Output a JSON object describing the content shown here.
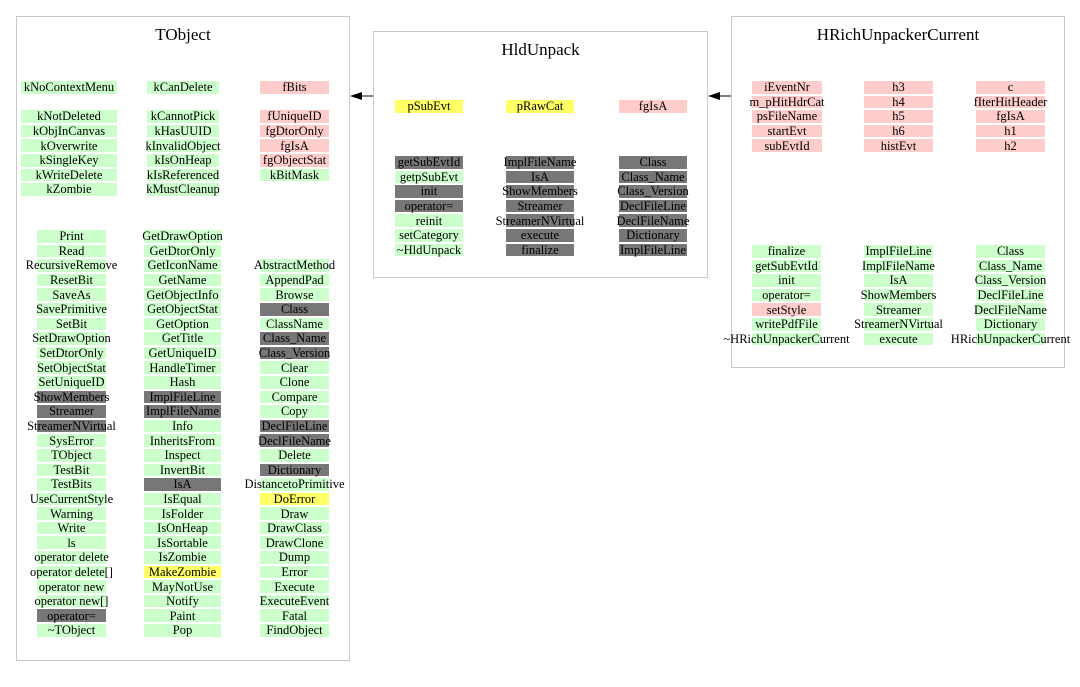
{
  "classes": {
    "tobject": {
      "name": "TObject",
      "data_members": [
        [
          {
            "text": "kNoContextMenu",
            "color": "green"
          },
          {
            "text": ""
          },
          {
            "text": "kNotDeleted",
            "color": "green"
          },
          {
            "text": "kObjInCanvas",
            "color": "green"
          },
          {
            "text": "kOverwrite",
            "color": "green"
          },
          {
            "text": "kSingleKey",
            "color": "green"
          },
          {
            "text": "kWriteDelete",
            "color": "green"
          },
          {
            "text": "kZombie",
            "color": "green"
          }
        ],
        [
          {
            "text": "kCanDelete",
            "color": "green"
          },
          {
            "text": ""
          },
          {
            "text": "kCannotPick",
            "color": "green"
          },
          {
            "text": "kHasUUID",
            "color": "green"
          },
          {
            "text": "kInvalidObject",
            "color": "green"
          },
          {
            "text": "kIsOnHeap",
            "color": "green"
          },
          {
            "text": "kIsReferenced",
            "color": "green"
          },
          {
            "text": "kMustCleanup",
            "color": "green"
          }
        ],
        [
          {
            "text": "fBits",
            "color": "red"
          },
          {
            "text": ""
          },
          {
            "text": "fUniqueID",
            "color": "red"
          },
          {
            "text": "fgDtorOnly",
            "color": "red"
          },
          {
            "text": "fgIsA",
            "color": "red"
          },
          {
            "text": "fgObjectStat",
            "color": "red"
          },
          {
            "text": "kBitMask",
            "color": "green"
          }
        ]
      ],
      "methods": [
        [
          {
            "text": "Print",
            "color": "green"
          },
          {
            "text": "Read",
            "color": "green"
          },
          {
            "text": "RecursiveRemove",
            "color": "green"
          },
          {
            "text": "ResetBit",
            "color": "green"
          },
          {
            "text": "SaveAs",
            "color": "green"
          },
          {
            "text": "SavePrimitive",
            "color": "green"
          },
          {
            "text": "SetBit",
            "color": "green"
          },
          {
            "text": "SetDrawOption",
            "color": "green"
          },
          {
            "text": "SetDtorOnly",
            "color": "green"
          },
          {
            "text": "SetObjectStat",
            "color": "green"
          },
          {
            "text": "SetUniqueID",
            "color": "green"
          },
          {
            "text": "ShowMembers",
            "color": "gray"
          },
          {
            "text": "Streamer",
            "color": "gray"
          },
          {
            "text": "StreamerNVirtual",
            "color": "gray"
          },
          {
            "text": "SysError",
            "color": "green"
          },
          {
            "text": "TObject",
            "color": "green"
          },
          {
            "text": "TestBit",
            "color": "green"
          },
          {
            "text": "TestBits",
            "color": "green"
          },
          {
            "text": "UseCurrentStyle",
            "color": "green"
          },
          {
            "text": "Warning",
            "color": "green"
          },
          {
            "text": "Write",
            "color": "green"
          },
          {
            "text": "ls",
            "color": "green"
          },
          {
            "text": "operator delete",
            "color": "green"
          },
          {
            "text": "operator delete[]",
            "color": "green"
          },
          {
            "text": "operator new",
            "color": "green"
          },
          {
            "text": "operator new[]",
            "color": "green"
          },
          {
            "text": "operator=",
            "color": "gray"
          },
          {
            "text": "~TObject",
            "color": "green"
          }
        ],
        [
          {
            "text": "GetDrawOption",
            "color": "green"
          },
          {
            "text": "GetDtorOnly",
            "color": "green"
          },
          {
            "text": "GetIconName",
            "color": "green"
          },
          {
            "text": "GetName",
            "color": "green"
          },
          {
            "text": "GetObjectInfo",
            "color": "green"
          },
          {
            "text": "GetObjectStat",
            "color": "green"
          },
          {
            "text": "GetOption",
            "color": "green"
          },
          {
            "text": "GetTitle",
            "color": "green"
          },
          {
            "text": "GetUniqueID",
            "color": "green"
          },
          {
            "text": "HandleTimer",
            "color": "green"
          },
          {
            "text": "Hash",
            "color": "green"
          },
          {
            "text": "ImplFileLine",
            "color": "gray"
          },
          {
            "text": "ImplFileName",
            "color": "gray"
          },
          {
            "text": "Info",
            "color": "green"
          },
          {
            "text": "InheritsFrom",
            "color": "green"
          },
          {
            "text": "Inspect",
            "color": "green"
          },
          {
            "text": "InvertBit",
            "color": "green"
          },
          {
            "text": "IsA",
            "color": "gray"
          },
          {
            "text": "IsEqual",
            "color": "green"
          },
          {
            "text": "IsFolder",
            "color": "green"
          },
          {
            "text": "IsOnHeap",
            "color": "green"
          },
          {
            "text": "IsSortable",
            "color": "green"
          },
          {
            "text": "IsZombie",
            "color": "green"
          },
          {
            "text": "MakeZombie",
            "color": "yellow"
          },
          {
            "text": "MayNotUse",
            "color": "green"
          },
          {
            "text": "Notify",
            "color": "green"
          },
          {
            "text": "Paint",
            "color": "green"
          },
          {
            "text": "Pop",
            "color": "green"
          }
        ],
        [
          {
            "text": ""
          },
          {
            "text": ""
          },
          {
            "text": "AbstractMethod",
            "color": "green"
          },
          {
            "text": "AppendPad",
            "color": "green"
          },
          {
            "text": "Browse",
            "color": "green"
          },
          {
            "text": "Class",
            "color": "gray"
          },
          {
            "text": "ClassName",
            "color": "green"
          },
          {
            "text": "Class_Name",
            "color": "gray"
          },
          {
            "text": "Class_Version",
            "color": "gray"
          },
          {
            "text": "Clear",
            "color": "green"
          },
          {
            "text": "Clone",
            "color": "green"
          },
          {
            "text": "Compare",
            "color": "green"
          },
          {
            "text": "Copy",
            "color": "green"
          },
          {
            "text": "DeclFileLine",
            "color": "gray"
          },
          {
            "text": "DeclFileName",
            "color": "gray"
          },
          {
            "text": "Delete",
            "color": "green"
          },
          {
            "text": "Dictionary",
            "color": "gray"
          },
          {
            "text": "DistancetoPrimitive",
            "color": "green"
          },
          {
            "text": "DoError",
            "color": "yellow"
          },
          {
            "text": "Draw",
            "color": "green"
          },
          {
            "text": "DrawClass",
            "color": "green"
          },
          {
            "text": "DrawClone",
            "color": "green"
          },
          {
            "text": "Dump",
            "color": "green"
          },
          {
            "text": "Error",
            "color": "green"
          },
          {
            "text": "Execute",
            "color": "green"
          },
          {
            "text": "ExecuteEvent",
            "color": "green"
          },
          {
            "text": "Fatal",
            "color": "green"
          },
          {
            "text": "FindObject",
            "color": "green"
          }
        ]
      ]
    },
    "hldunpack": {
      "name": "HldUnpack",
      "data_members": [
        [
          {
            "text": "pSubEvt",
            "color": "yellow"
          }
        ],
        [
          {
            "text": "pRawCat",
            "color": "yellow"
          }
        ],
        [
          {
            "text": "fgIsA",
            "color": "red"
          }
        ]
      ],
      "methods": [
        [
          {
            "text": "getSubEvtId",
            "color": "gray"
          },
          {
            "text": "getpSubEvt",
            "color": "green"
          },
          {
            "text": "init",
            "color": "gray"
          },
          {
            "text": "operator=",
            "color": "gray"
          },
          {
            "text": "reinit",
            "color": "green"
          },
          {
            "text": "setCategory",
            "color": "green"
          },
          {
            "text": "~HldUnpack",
            "color": "green"
          }
        ],
        [
          {
            "text": "ImplFileName",
            "color": "gray"
          },
          {
            "text": "IsA",
            "color": "gray"
          },
          {
            "text": "ShowMembers",
            "color": "gray"
          },
          {
            "text": "Streamer",
            "color": "gray"
          },
          {
            "text": "StreamerNVirtual",
            "color": "gray"
          },
          {
            "text": "execute",
            "color": "gray"
          },
          {
            "text": "finalize",
            "color": "gray"
          }
        ],
        [
          {
            "text": "Class",
            "color": "gray"
          },
          {
            "text": "Class_Name",
            "color": "gray"
          },
          {
            "text": "Class_Version",
            "color": "gray"
          },
          {
            "text": "DeclFileLine",
            "color": "gray"
          },
          {
            "text": "DeclFileName",
            "color": "gray"
          },
          {
            "text": "Dictionary",
            "color": "gray"
          },
          {
            "text": "ImplFileLine",
            "color": "gray"
          }
        ]
      ]
    },
    "hrichunpackercurrent": {
      "name": "HRichUnpackerCurrent",
      "data_members": [
        [
          {
            "text": "iEventNr",
            "color": "red"
          },
          {
            "text": "m_pHitHdrCat",
            "color": "red"
          },
          {
            "text": "psFileName",
            "color": "red"
          },
          {
            "text": "startEvt",
            "color": "red"
          },
          {
            "text": "subEvtId",
            "color": "red"
          }
        ],
        [
          {
            "text": "h3",
            "color": "red"
          },
          {
            "text": "h4",
            "color": "red"
          },
          {
            "text": "h5",
            "color": "red"
          },
          {
            "text": "h6",
            "color": "red"
          },
          {
            "text": "histEvt",
            "color": "red"
          }
        ],
        [
          {
            "text": "c",
            "color": "red"
          },
          {
            "text": "fIterHitHeader",
            "color": "red"
          },
          {
            "text": "fgIsA",
            "color": "red"
          },
          {
            "text": "h1",
            "color": "red"
          },
          {
            "text": "h2",
            "color": "red"
          }
        ]
      ],
      "methods": [
        [
          {
            "text": "finalize",
            "color": "green"
          },
          {
            "text": "getSubEvtId",
            "color": "green"
          },
          {
            "text": "init",
            "color": "green"
          },
          {
            "text": "operator=",
            "color": "green"
          },
          {
            "text": "setStyle",
            "color": "red"
          },
          {
            "text": "writePdfFile",
            "color": "green"
          },
          {
            "text": "~HRichUnpackerCurrent",
            "color": "green"
          }
        ],
        [
          {
            "text": "ImplFileLine",
            "color": "green"
          },
          {
            "text": "ImplFileName",
            "color": "green"
          },
          {
            "text": "IsA",
            "color": "green"
          },
          {
            "text": "ShowMembers",
            "color": "green"
          },
          {
            "text": "Streamer",
            "color": "green"
          },
          {
            "text": "StreamerNVirtual",
            "color": "green"
          },
          {
            "text": "execute",
            "color": "green"
          }
        ],
        [
          {
            "text": "Class",
            "color": "green"
          },
          {
            "text": "Class_Name",
            "color": "green"
          },
          {
            "text": "Class_Version",
            "color": "green"
          },
          {
            "text": "DeclFileLine",
            "color": "green"
          },
          {
            "text": "DeclFileName",
            "color": "green"
          },
          {
            "text": "Dictionary",
            "color": "green"
          },
          {
            "text": "HRichUnpackerCurrent",
            "color": "green"
          }
        ]
      ]
    }
  },
  "inheritance": [
    {
      "from": "HldUnpack",
      "to": "TObject"
    },
    {
      "from": "HRichUnpackerCurrent",
      "to": "HldUnpack"
    }
  ],
  "colors": {
    "green": "#ccffcc",
    "red": "#ffcccc",
    "yellow": "#ffff66",
    "gray": "#777777",
    "border": "#c8c8c8"
  }
}
